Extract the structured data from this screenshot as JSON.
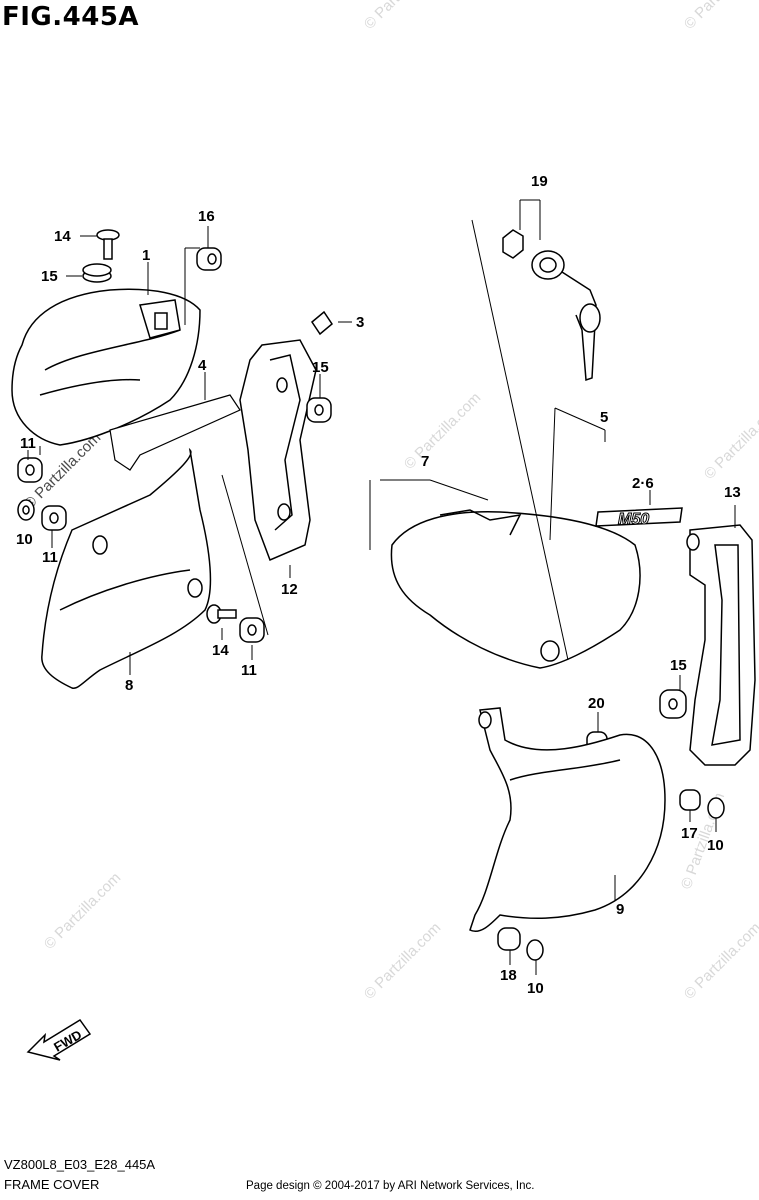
{
  "figure": {
    "title": "FIG.445A",
    "code": "VZ800L8_E03_E28_445A",
    "name": "FRAME COVER",
    "copyright": "Page design © 2004-2017 by ARI Network Services, Inc."
  },
  "watermark": {
    "text": "© Partzilla.com",
    "strong_text": "© Partzilla.com"
  },
  "direction": {
    "fwd_label": "FWD"
  },
  "emblem": {
    "text": "M50"
  },
  "callouts": [
    {
      "id": "c14a",
      "label": "14"
    },
    {
      "id": "c16",
      "label": "16"
    },
    {
      "id": "c15a",
      "label": "15"
    },
    {
      "id": "c1",
      "label": "1"
    },
    {
      "id": "c3",
      "label": "3"
    },
    {
      "id": "c4",
      "label": "4"
    },
    {
      "id": "c15b",
      "label": "15"
    },
    {
      "id": "c11a",
      "label": "11"
    },
    {
      "id": "c10a",
      "label": "10"
    },
    {
      "id": "c11b",
      "label": "11"
    },
    {
      "id": "c12",
      "label": "12"
    },
    {
      "id": "c14b",
      "label": "14"
    },
    {
      "id": "c11c",
      "label": "11"
    },
    {
      "id": "c8",
      "label": "8"
    },
    {
      "id": "c19",
      "label": "19"
    },
    {
      "id": "c5",
      "label": "5"
    },
    {
      "id": "c7",
      "label": "7"
    },
    {
      "id": "c26",
      "label": "2·6"
    },
    {
      "id": "c13",
      "label": "13"
    },
    {
      "id": "c15c",
      "label": "15"
    },
    {
      "id": "c20",
      "label": "20"
    },
    {
      "id": "c17",
      "label": "17"
    },
    {
      "id": "c10b",
      "label": "10"
    },
    {
      "id": "c9",
      "label": "9"
    },
    {
      "id": "c18",
      "label": "18"
    },
    {
      "id": "c10c",
      "label": "10"
    }
  ]
}
